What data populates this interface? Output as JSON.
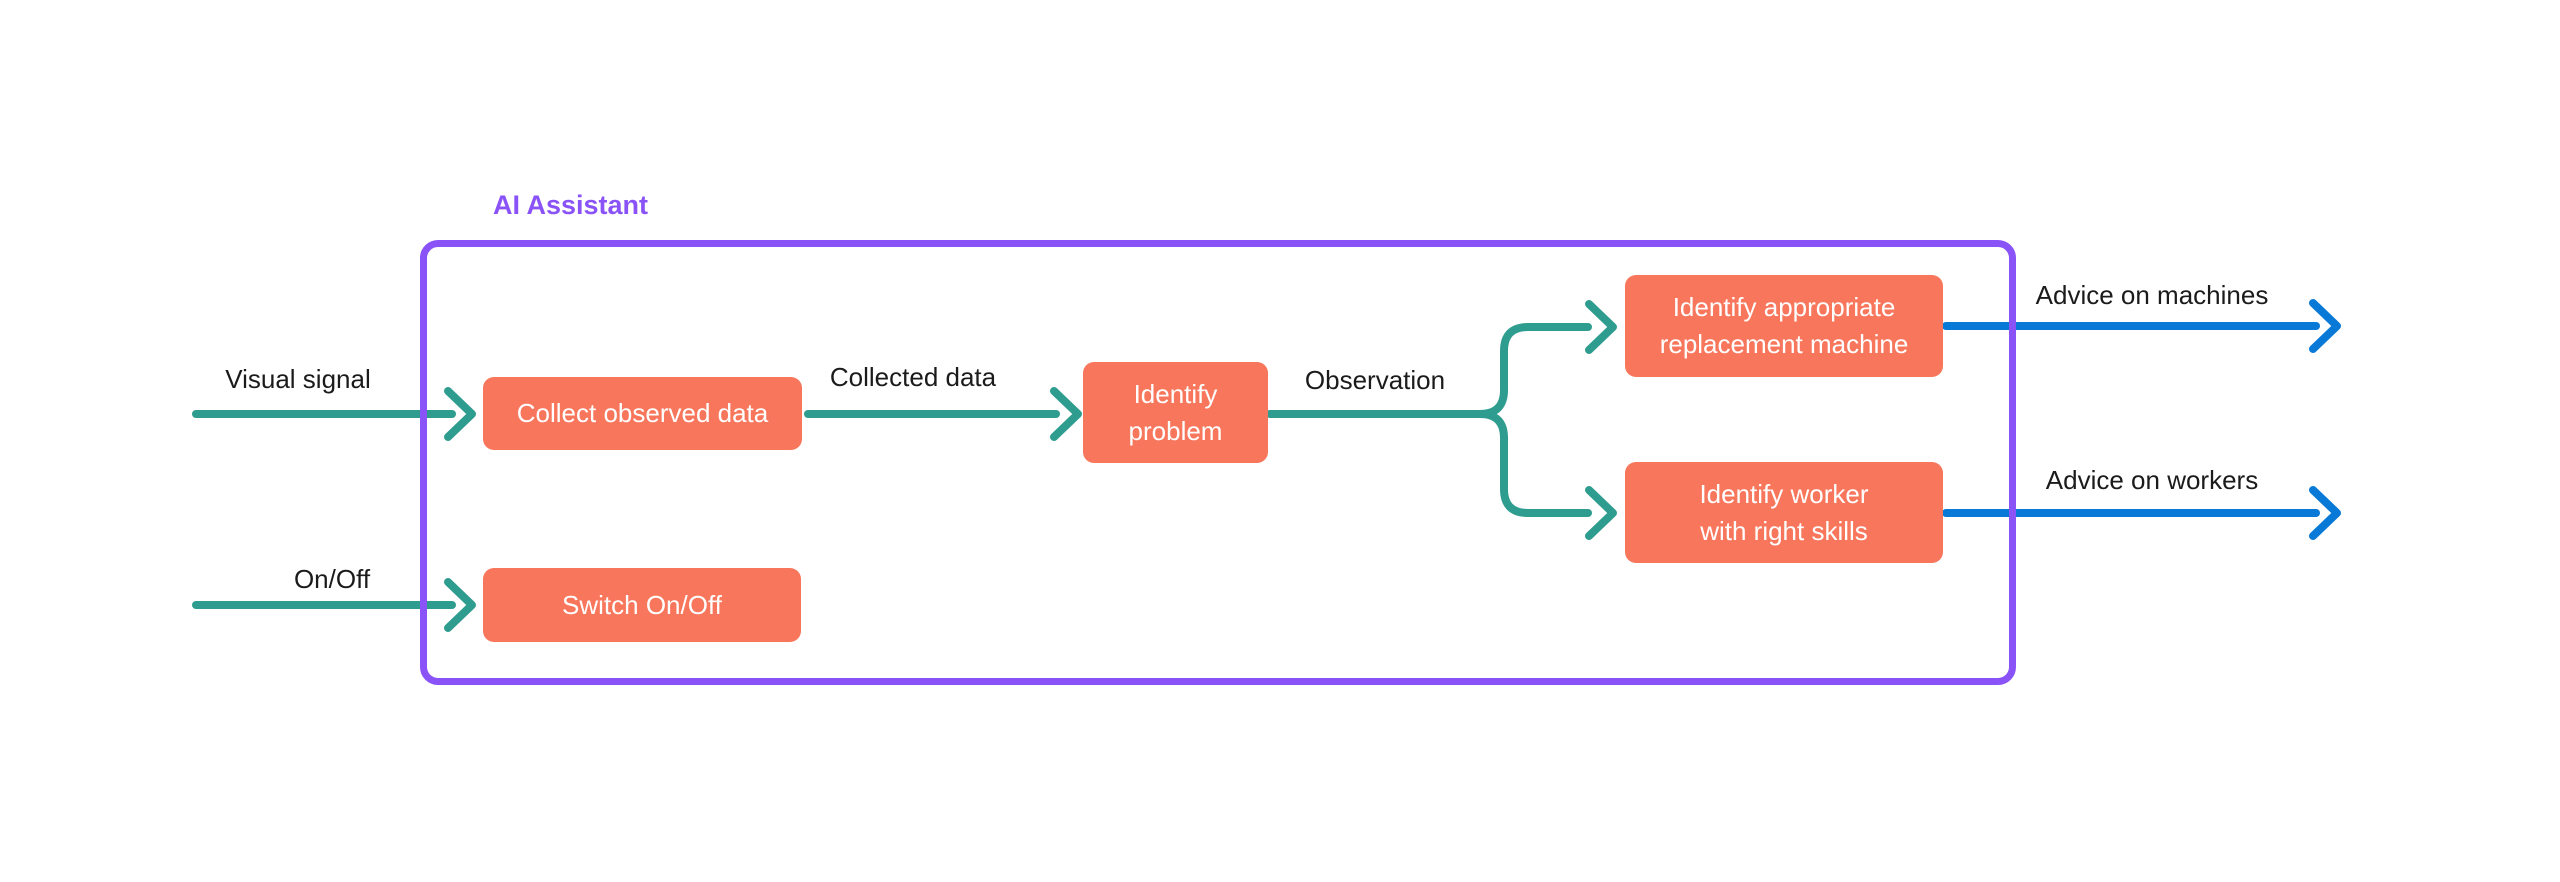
{
  "colors": {
    "node_fill": "#F8765B",
    "node_text": "#FFFFFF",
    "input_arrow_teal": "#2E9C8E",
    "output_arrow_blue": "#0879D6",
    "group_border_purple": "#8A53F7",
    "label_text": "#1B1B1B",
    "background": "#FFFFFF"
  },
  "group": {
    "label": "AI Assistant"
  },
  "nodes": {
    "collect": {
      "label": "Collect observed data"
    },
    "identify_problem": {
      "line1": "Identify",
      "line2": "problem"
    },
    "replacement_machine": {
      "line1": "Identify appropriate",
      "line2": "replacement machine"
    },
    "worker_skills": {
      "line1": "Identify worker",
      "line2": "with right skills"
    },
    "switch": {
      "label": "Switch On/Off"
    }
  },
  "edge_labels": {
    "visual_signal": "Visual signal",
    "collected_data": "Collected data",
    "observation": "Observation",
    "on_off": "On/Off",
    "advice_machines": "Advice on machines",
    "advice_workers": "Advice on workers"
  }
}
